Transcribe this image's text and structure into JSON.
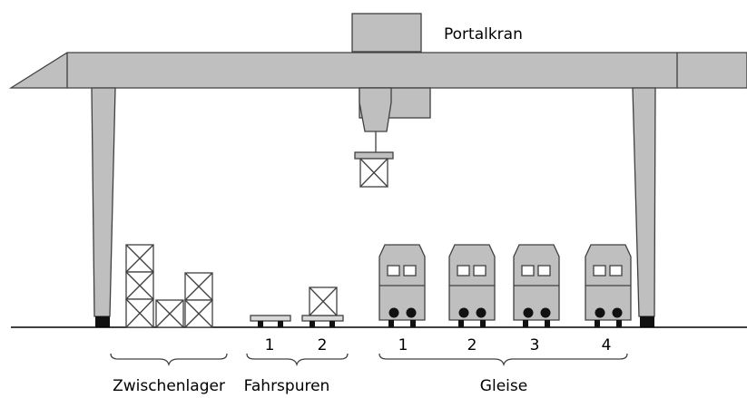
{
  "labels": {
    "crane": "Portalkran",
    "storage": "Zwischenlager",
    "lanes": "Fahrspuren",
    "tracks": "Gleise"
  },
  "lanes": [
    "1",
    "2"
  ],
  "tracks": [
    "1",
    "2",
    "3",
    "4"
  ],
  "colors": {
    "structure": "#bfbfbf",
    "outline": "#404040",
    "wheels": "#111111",
    "background": "#ffffff"
  }
}
